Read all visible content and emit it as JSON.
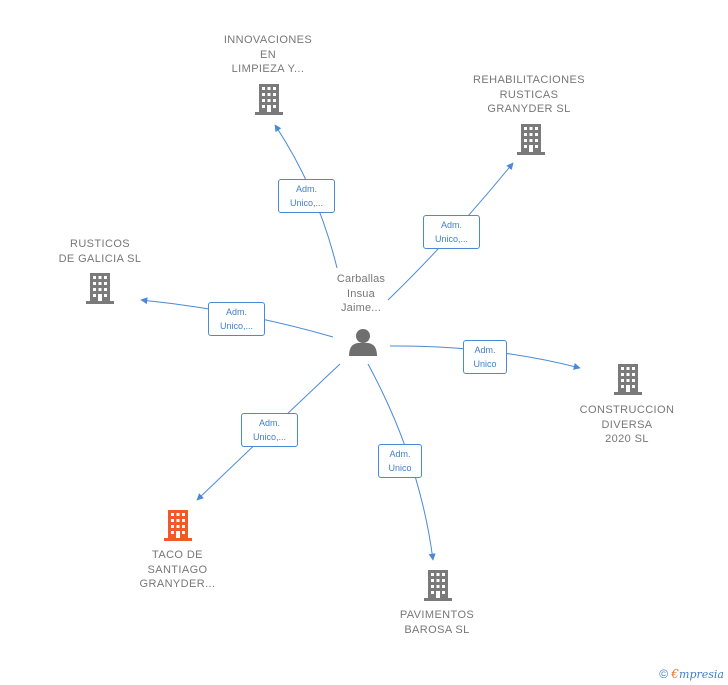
{
  "center": {
    "label": "Carballas\nInsua\nJaime..."
  },
  "nodes": [
    {
      "id": "innovaciones",
      "label": "INNOVACIONES\nEN\nLIMPIEZA Y...",
      "color": "#7a7a7a"
    },
    {
      "id": "rehabilitaciones",
      "label": "REHABILITACIONES\nRUSTICAS\nGRANYDER  SL",
      "color": "#7a7a7a"
    },
    {
      "id": "rusticos",
      "label": "RUSTICOS\nDE GALICIA SL",
      "color": "#7a7a7a"
    },
    {
      "id": "construccion",
      "label": "CONSTRUCCION\nDIVERSA\n2020  SL",
      "color": "#7a7a7a"
    },
    {
      "id": "taco",
      "label": "TACO DE\nSANTIAGO\nGRANYDER...",
      "color": "#f05a28"
    },
    {
      "id": "pavimentos",
      "label": "PAVIMENTOS\nBAROSA SL",
      "color": "#7a7a7a"
    }
  ],
  "relations": [
    {
      "to": "innovaciones",
      "line1": "Adm.",
      "line2": "Unico,..."
    },
    {
      "to": "rehabilitaciones",
      "line1": "Adm.",
      "line2": "Unico,..."
    },
    {
      "to": "rusticos",
      "line1": "Adm.",
      "line2": "Unico,..."
    },
    {
      "to": "construccion",
      "line1": "Adm.",
      "line2": "Unico"
    },
    {
      "to": "taco",
      "line1": "Adm.",
      "line2": "Unico,..."
    },
    {
      "to": "pavimentos",
      "line1": "Adm.",
      "line2": "Unico"
    }
  ],
  "colors": {
    "edge": "#4a8ad4",
    "person": "#6f6f6f"
  },
  "footer": {
    "copyright": "©",
    "brand_first": "€",
    "brand_rest": "mpresia"
  }
}
